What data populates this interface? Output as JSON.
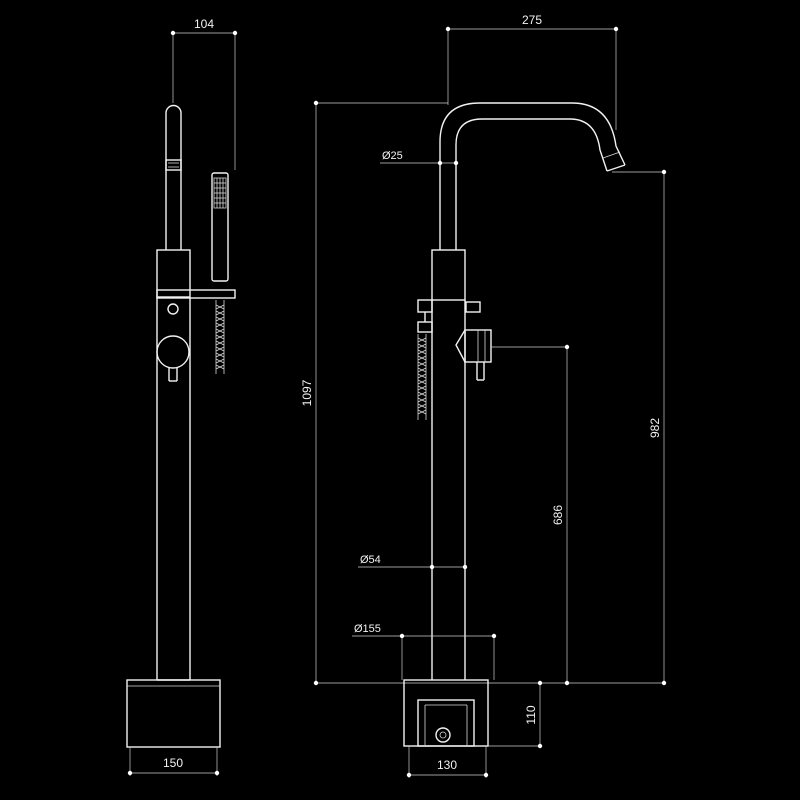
{
  "dimensions": {
    "width_handshower": "104",
    "spout_reach": "275",
    "spout_diameter": "Ø25",
    "total_height": "1097",
    "outlet_height": "982",
    "handle_height": "686",
    "column_diameter": "Ø54",
    "base_diameter": "Ø155",
    "box_height": "110",
    "box_width_front": "150",
    "box_width_side": "130"
  },
  "colors": {
    "background": "#000000",
    "lines": "#f2f2f2"
  }
}
